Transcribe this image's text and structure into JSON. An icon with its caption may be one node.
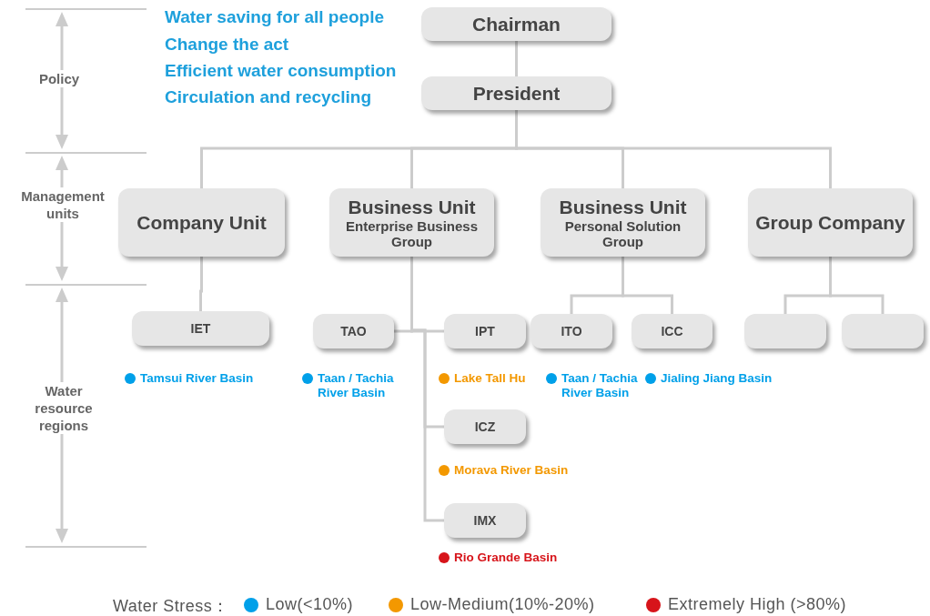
{
  "diagram": {
    "nodes": [
      {
        "text": [
          "Chairman"
        ]
      },
      {
        "text": [
          "President"
        ]
      },
      {
        "text": [
          "Company Unit"
        ]
      },
      {
        "text": [
          "Business Unit",
          "Enterprise Business Group"
        ]
      },
      {
        "text": [
          "Business Unit",
          "Personal Solution Group"
        ]
      },
      {
        "text": [
          "Group Company"
        ]
      },
      {
        "text": [
          "IET"
        ],
        "beside": [
          "Tamsui River Basin"
        ]
      },
      {
        "text": [
          "TAO"
        ],
        "beside": [
          "Taan / Tachia River Basin"
        ]
      },
      {
        "text": [
          "IPT"
        ],
        "beside": [
          "Lake Tall Hu"
        ]
      },
      {
        "text": [
          "ITO"
        ],
        "beside": [
          "Taan / Tachia River Basin"
        ]
      },
      {
        "text": [
          "ICC"
        ],
        "beside": [
          "Jialing Jiang Basin"
        ]
      },
      {
        "text": [],
        "shape": "box"
      },
      {
        "text": [],
        "shape": "box"
      },
      {
        "text": [
          "ICZ"
        ],
        "beside": [
          "Morava River Basin"
        ]
      },
      {
        "text": [
          "IMX"
        ],
        "beside": [
          "Rio Grande Basin"
        ]
      }
    ],
    "edges": [
      {
        "from": 0,
        "to": 1,
        "arrow": "none"
      },
      {
        "from": 1,
        "to": 2,
        "arrow": "none"
      },
      {
        "from": 1,
        "to": 3,
        "arrow": "none"
      },
      {
        "from": 1,
        "to": 4,
        "arrow": "none"
      },
      {
        "from": 1,
        "to": 5,
        "arrow": "none"
      },
      {
        "from": 2,
        "to": 6,
        "arrow": "none"
      },
      {
        "from": 3,
        "to": 7,
        "arrow": "none"
      },
      {
        "from": 3,
        "to": 8,
        "arrow": "none"
      },
      {
        "from": 3,
        "to": 13,
        "arrow": "none"
      },
      {
        "from": 3,
        "to": 14,
        "arrow": "none"
      },
      {
        "from": 4,
        "to": 9,
        "arrow": "none"
      },
      {
        "from": 4,
        "to": 10,
        "arrow": "none"
      },
      {
        "from": 5,
        "to": 11,
        "arrow": "none"
      },
      {
        "from": 5,
        "to": 12,
        "arrow": "none"
      }
    ],
    "labels": [
      "Water saving for all people",
      "Change the act",
      "Efficient water consumption",
      "Circulation and recycling",
      "Policy",
      "Management units",
      "Water resource regions",
      "Water Stress："
    ],
    "legend": [
      {
        "text": "Low(<10%)",
        "color": "#00a0e9"
      },
      {
        "text": "Low-Medium(10%-20%)",
        "color": "#f39800"
      },
      {
        "text": "Extremely High (>80%)",
        "color": "#d7141a"
      }
    ]
  }
}
